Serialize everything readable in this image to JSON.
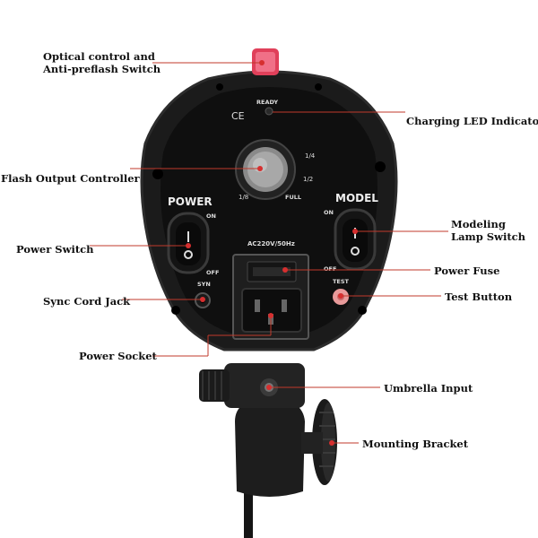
{
  "colors": {
    "leader_line": "#c0392b",
    "leader_dot": "#d62f2f",
    "body": "#1a1a1a",
    "panel": "#101010",
    "knob": "#8a8a8a",
    "test_button": "#e89a9a",
    "cap": "#e0405a"
  },
  "device_labels": {
    "ce": "CE",
    "ready": "READY",
    "quarter": "1/4",
    "half": "1/2",
    "eighth": "1/8",
    "full": "FULL",
    "power": "POWER",
    "model": "MODEL",
    "power_on": "ON",
    "power_off": "OFF",
    "model_on": "ON",
    "model_off": "OFF",
    "syn": "SYN",
    "test": "TEST",
    "voltage": "AC220V/50Hz"
  },
  "callouts": {
    "optical_line1": "Optical control and",
    "optical_line2": "Anti-preflash Switch",
    "charging_led": "Charging LED Indicator",
    "flash_output": "Flash Output Controller",
    "modeling_line1": "Modeling",
    "modeling_line2": "Lamp Switch",
    "power_switch": "Power Switch",
    "power_fuse": "Power Fuse",
    "sync_cord": "Sync Cord Jack",
    "test_button": "Test Button",
    "power_socket": "Power Socket",
    "umbrella_input": "Umbrella Input",
    "mounting_bracket": "Mounting Bracket"
  }
}
